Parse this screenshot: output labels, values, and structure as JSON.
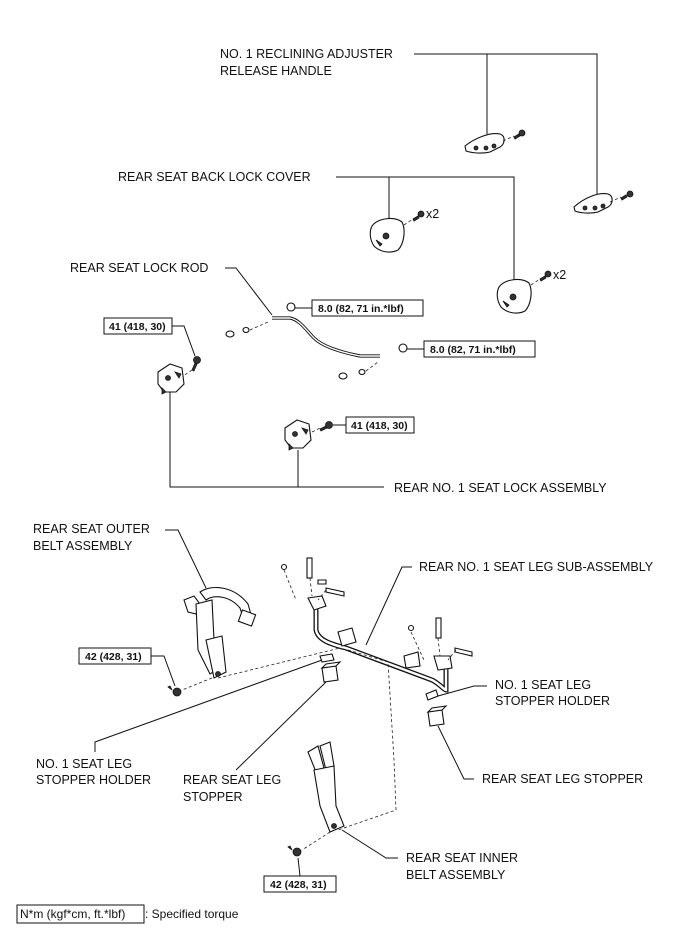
{
  "labels": {
    "recline_handle_1": "NO. 1 RECLINING ADJUSTER",
    "recline_handle_2": "RELEASE HANDLE",
    "lock_cover": "REAR SEAT BACK LOCK COVER",
    "lock_rod": "REAR SEAT LOCK ROD",
    "seat_lock": "REAR NO. 1 SEAT LOCK ASSEMBLY",
    "outer_belt_1": "REAR SEAT OUTER",
    "outer_belt_2": "BELT ASSEMBLY",
    "leg_sub": "REAR NO. 1 SEAT LEG SUB-ASSEMBLY",
    "stopper_holder_right_1": "NO. 1 SEAT LEG",
    "stopper_holder_right_2": "STOPPER HOLDER",
    "stopper_holder_left_1": "NO. 1 SEAT LEG",
    "stopper_holder_left_2": "STOPPER HOLDER",
    "leg_stopper_left_1": "REAR SEAT LEG",
    "leg_stopper_left_2": "STOPPER",
    "leg_stopper_right": "REAR SEAT LEG STOPPER",
    "inner_belt_1": "REAR SEAT INNER",
    "inner_belt_2": "BELT ASSEMBLY",
    "qty_upper": "x2",
    "qty_lower": "x2"
  },
  "torques": {
    "rod_upper": "8.0 (82, 71 in.*lbf)",
    "rod_lower": "8.0 (82, 71 in.*lbf)",
    "lock_left": "41 (418, 30)",
    "lock_right": "41 (418, 30)",
    "outer_belt": "42 (428, 31)",
    "inner_belt": "42 (428, 31)"
  },
  "legend": {
    "unit_box": "N*m (kgf*cm, ft.*lbf)",
    "description": ": Specified torque"
  }
}
